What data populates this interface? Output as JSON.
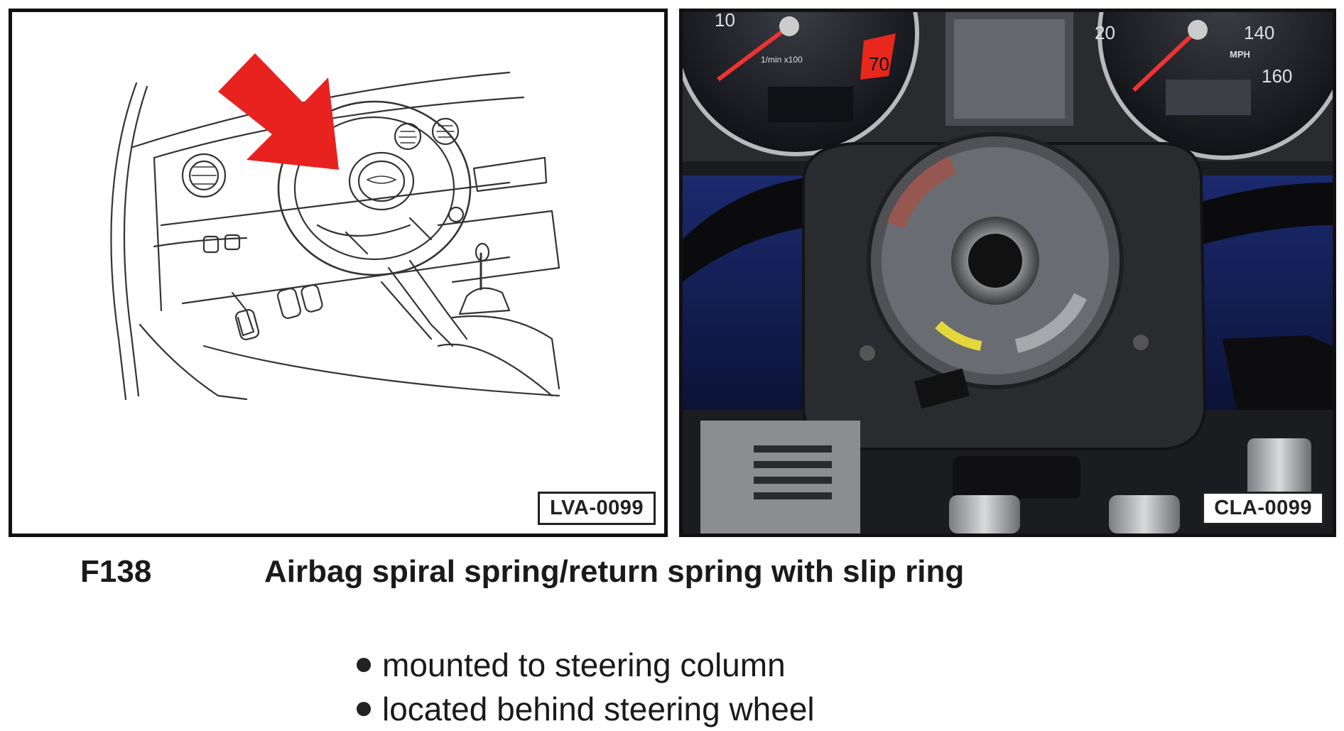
{
  "left_figure": {
    "code": "LVA-0099",
    "arrow_color": "#e8231f"
  },
  "right_figure": {
    "code": "CLA-0099",
    "gauge_left_numbers": [
      "10",
      "70"
    ],
    "gauge_left_unit": "1/min x100",
    "gauge_right_numbers": [
      "20",
      "140",
      "160"
    ],
    "gauge_right_unit": "MPH"
  },
  "caption": {
    "code": "F138",
    "title": "Airbag spiral spring/return spring with slip ring"
  },
  "bullets": [
    "mounted to steering column",
    "located behind steering wheel"
  ]
}
